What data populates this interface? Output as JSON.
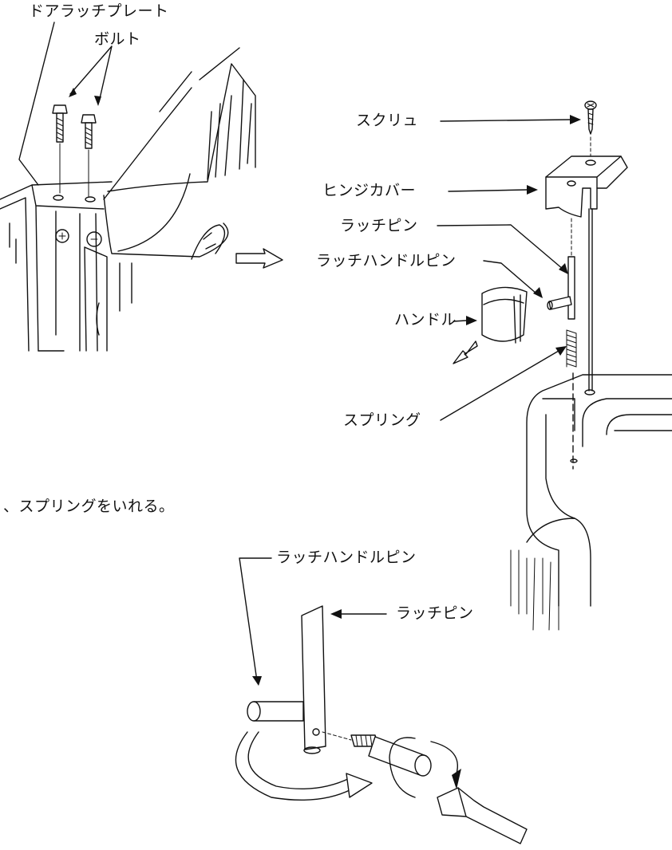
{
  "labels": {
    "door_latch_plate": "ドアラッチプレート",
    "bolt": "ボルト",
    "screw": "スクリュ",
    "hinge_cover": "ヒンジカバー",
    "latch_pin": "ラッチピン",
    "latch_handle_pin": "ラッチハンドルピン",
    "handle": "ハンドル",
    "spring": "スプリング",
    "instruction_fragment": "、スプリングをいれる。",
    "latch_handle_pin_detail": "ラッチハンドルピン",
    "latch_pin_detail": "ラッチピン"
  }
}
